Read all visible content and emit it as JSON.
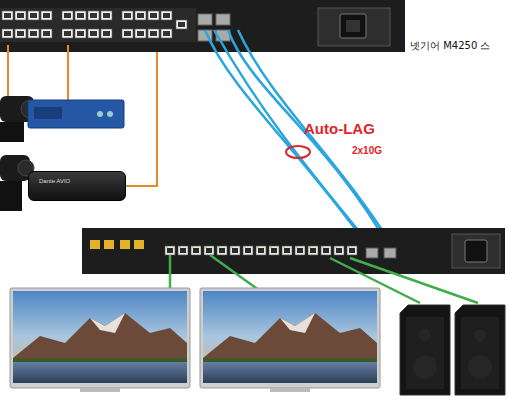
{
  "diagram": {
    "nodes": [
      {
        "text": [
          "넷기어 M4250 스"
        ]
      },
      {
        "text": [
          "Dante AVIO"
        ]
      }
    ],
    "edges": [
      {
        "from": 0,
        "to": 1,
        "arrow": "none"
      }
    ],
    "labels": [
      "Auto-LAG",
      "2x10G"
    ]
  }
}
